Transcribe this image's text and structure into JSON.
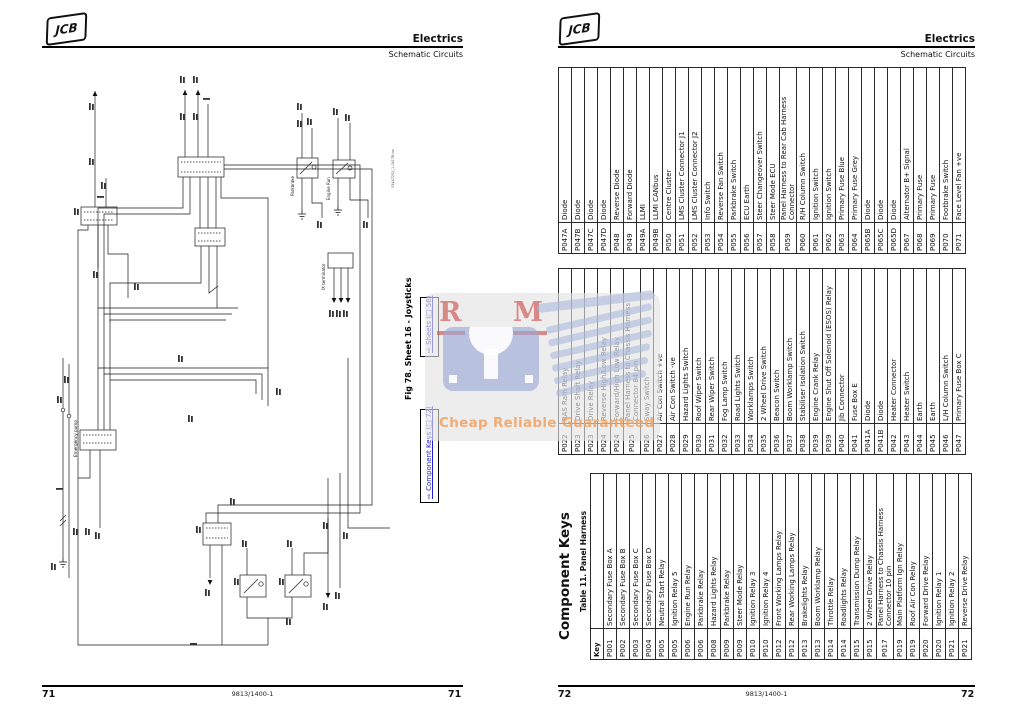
{
  "left_page": {
    "logo": "JCB",
    "title": "Electrics",
    "subtitle": "Schematic Circuits",
    "sidebar": {
      "caption": "Fig 78. Sheet 16 - Joysticks",
      "links": [
        {
          "label": "⇨ Sheets (□ 56)"
        },
        {
          "label": "⇨ Component Keys (□ 72)"
        }
      ]
    },
    "diagram_labels": {
      "emergency_pump": "Emergency pump",
      "parkbrake": "Parkbrake",
      "engine_run": "Engine Run",
      "ix_terminator": "IX terminator"
    },
    "ref_code": "03447252_1-0A1T8.iso",
    "footer": {
      "page": "71",
      "doc": "9813/1400-1"
    }
  },
  "right_page": {
    "logo": "JCB",
    "title": "Electrics",
    "subtitle": "Schematic Circuits",
    "heading": "Component Keys",
    "table_caption": "Table 11. Panel Harness",
    "key_header": "Key",
    "table1": [
      {
        "k": "P001",
        "d": "Secondary Fuse Box A"
      },
      {
        "k": "P002",
        "d": "Secondary Fuse Box B"
      },
      {
        "k": "P003",
        "d": "Secondary Fuse Box C"
      },
      {
        "k": "P004",
        "d": "Secondary Fuse Box D"
      },
      {
        "k": "P005",
        "d": "Neutral Start Relay"
      },
      {
        "k": "P005",
        "d": "Ignition Relay 5"
      },
      {
        "k": "P006",
        "d": "Engine Run Relay"
      },
      {
        "k": "P006",
        "d": "Parkbrake Relay"
      },
      {
        "k": "P008",
        "d": "Hazard Lights Relay"
      },
      {
        "k": "P009",
        "d": "Parkbrake Relay"
      },
      {
        "k": "P009",
        "d": "Steer Mode Relay"
      },
      {
        "k": "P010",
        "d": "Ignition Relay 3"
      },
      {
        "k": "P010",
        "d": "Ignition Relay 4"
      },
      {
        "k": "P012",
        "d": "Front Working Lamps Relay"
      },
      {
        "k": "P012",
        "d": "Rear Working Lamps Relay"
      },
      {
        "k": "P013",
        "d": "Brakelights Relay"
      },
      {
        "k": "P013",
        "d": "Boom Worklamp Relay"
      },
      {
        "k": "P014",
        "d": "Throttle Relay"
      },
      {
        "k": "P014",
        "d": "Roadlights Relay"
      },
      {
        "k": "P015",
        "d": "Transmission Dump Relay"
      },
      {
        "k": "P015",
        "d": "2 Wheel Drive Relay"
      },
      {
        "k": "P017",
        "d": "Panel Harness to Chassis Harness Connector 10 pin"
      },
      {
        "k": "P019",
        "d": "Main Platform Ign Relay"
      },
      {
        "k": "P019",
        "d": "Roof Air Con Relay"
      },
      {
        "k": "P020",
        "d": "Forward Drive Relay"
      },
      {
        "k": "P020",
        "d": "Ignition Relay 1"
      },
      {
        "k": "P021",
        "d": "Ignition Relay 2"
      },
      {
        "k": "P021",
        "d": "Reverse Drive Relay"
      }
    ],
    "table2": [
      {
        "k": "P022",
        "d": "RAS Ram Relay"
      },
      {
        "k": "P023",
        "d": "Drive Shaft Relay"
      },
      {
        "k": "P023",
        "d": "Drive Relay"
      },
      {
        "k": "P024",
        "d": "Reverse High/Low Relay"
      },
      {
        "k": "P024",
        "d": "Forward/High Low Relay"
      },
      {
        "k": "P025",
        "d": "Panel Harness to Chassis Harness Connector 84 pin"
      },
      {
        "k": "P026",
        "d": "Sway Switch"
      },
      {
        "k": "P027",
        "d": "Air Con Switch +ve"
      },
      {
        "k": "P028",
        "d": "Air Con Switch -ve"
      },
      {
        "k": "P029",
        "d": "Hazard Lights Switch"
      },
      {
        "k": "P030",
        "d": "Roof Wiper Switch"
      },
      {
        "k": "P031",
        "d": "Rear Wiper Switch"
      },
      {
        "k": "P032",
        "d": "Fog Lamp Switch"
      },
      {
        "k": "P033",
        "d": "Road Lights Switch"
      },
      {
        "k": "P034",
        "d": "Worklamps Switch"
      },
      {
        "k": "P035",
        "d": "2 Wheel Drive Switch"
      },
      {
        "k": "P036",
        "d": "Beacon Switch"
      },
      {
        "k": "P037",
        "d": "Boom Worklamp Switch"
      },
      {
        "k": "P038",
        "d": "Stabiliser Isolation Switch"
      },
      {
        "k": "P039",
        "d": "Engine Crank Relay"
      },
      {
        "k": "P039",
        "d": "Engine Shut Off Solenoid (ESOS) Relay"
      },
      {
        "k": "P040",
        "d": "Jib Connector"
      },
      {
        "k": "P041",
        "d": "Fuse Box E"
      },
      {
        "k": "P041A",
        "d": "Diode"
      },
      {
        "k": "P041B",
        "d": "Diode"
      },
      {
        "k": "P042",
        "d": "Heater Connector"
      },
      {
        "k": "P043",
        "d": "Heater Switch"
      },
      {
        "k": "P044",
        "d": "Earth"
      },
      {
        "k": "P045",
        "d": "Earth"
      },
      {
        "k": "P046",
        "d": "L/H Column Switch"
      },
      {
        "k": "P047",
        "d": "Primary Fuse Box C"
      }
    ],
    "table3": [
      {
        "k": "P047A",
        "d": "Diode"
      },
      {
        "k": "P047B",
        "d": "Diode"
      },
      {
        "k": "P047C",
        "d": "Diode"
      },
      {
        "k": "P047D",
        "d": "Diode"
      },
      {
        "k": "P048",
        "d": "Reverse Diode"
      },
      {
        "k": "P049",
        "d": "Forward Diode"
      },
      {
        "k": "P049A",
        "d": "LLMI"
      },
      {
        "k": "P049B",
        "d": "LLMI CANbus"
      },
      {
        "k": "P050",
        "d": "Centre Cluster"
      },
      {
        "k": "P051",
        "d": "LMS Cluster Connector J1"
      },
      {
        "k": "P052",
        "d": "LMS Cluster Connector J2"
      },
      {
        "k": "P053",
        "d": "Info Switch"
      },
      {
        "k": "P054",
        "d": "Reverse Fan Switch"
      },
      {
        "k": "P055",
        "d": "Parkbrake Switch"
      },
      {
        "k": "P056",
        "d": "ECU Earth"
      },
      {
        "k": "P057",
        "d": "Steer Changeover Switch"
      },
      {
        "k": "P058",
        "d": "Steer Mode ECU"
      },
      {
        "k": "P059",
        "d": "Panel Harness to Rear Cab Harness Connector"
      },
      {
        "k": "P060",
        "d": "R/H Column Switch"
      },
      {
        "k": "P061",
        "d": "Ignition Switch"
      },
      {
        "k": "P062",
        "d": "Ignition Switch"
      },
      {
        "k": "P063",
        "d": "Primary Fuse Blue"
      },
      {
        "k": "P064",
        "d": "Primary Fuse Grey"
      },
      {
        "k": "P065B",
        "d": "Diode"
      },
      {
        "k": "P065C",
        "d": "Diode"
      },
      {
        "k": "P065D",
        "d": "Diode"
      },
      {
        "k": "P067",
        "d": "Alternator B+ Signal"
      },
      {
        "k": "P068",
        "d": "Primary Fuse"
      },
      {
        "k": "P069",
        "d": "Primary Fuse"
      },
      {
        "k": "P070",
        "d": "Footbrake Switch"
      },
      {
        "k": "P071",
        "d": "Face Level Fan +ve"
      }
    ],
    "footer": {
      "page": "72",
      "doc": "9813/1400-1"
    }
  },
  "watermark": {
    "letters": [
      "R",
      "M"
    ],
    "caption": "Cheap Reliable Guaranteed"
  }
}
